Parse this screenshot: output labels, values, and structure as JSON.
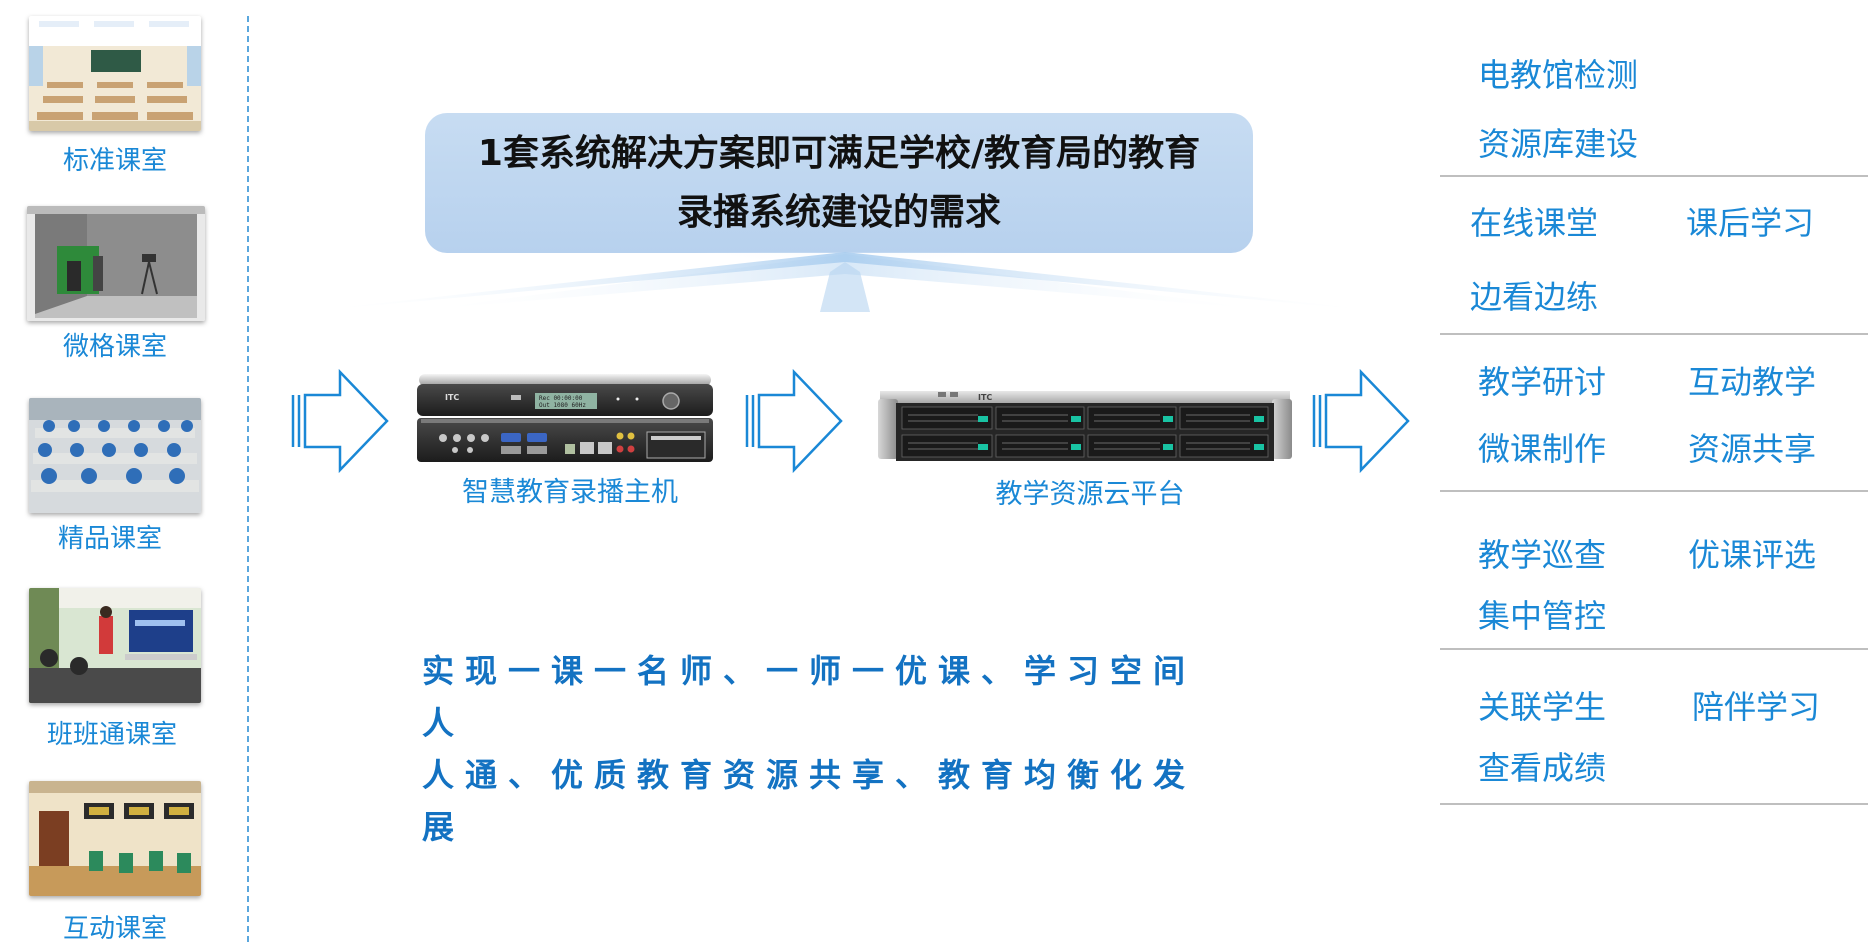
{
  "classrooms": [
    {
      "label": "标准课室"
    },
    {
      "label": "微格课室"
    },
    {
      "label": "精品课室"
    },
    {
      "label": "班班通课室"
    },
    {
      "label": "互动课室"
    }
  ],
  "banner": {
    "line1": "1套系统解决方案即可满足学校/教育局的教育",
    "line2": "录播系统建设的需求"
  },
  "devices": [
    {
      "label": "智慧教育录播主机"
    },
    {
      "label": "教学资源云平台"
    }
  ],
  "device_text": {
    "lcd_line1": "Rec 00:00:00",
    "lcd_line2": "Out 1080 60Hz",
    "logo": "ITC"
  },
  "slogan": {
    "line1": "实现一课一名师、一师一优课、学习空间人",
    "line2": "人通、优质教育资源共享、教育均衡化发展"
  },
  "groups": [
    {
      "items": [
        "电教馆检测",
        "资源库建设"
      ]
    },
    {
      "items": [
        "在线课堂",
        "课后学习",
        "边看边练"
      ]
    },
    {
      "items": [
        "教学研讨",
        "互动教学",
        "微课制作",
        "资源共享"
      ]
    },
    {
      "items": [
        "教学巡查",
        "优课评选",
        "集中管控"
      ]
    },
    {
      "items": [
        "关联学生",
        "陪伴学习",
        "查看成绩"
      ]
    }
  ],
  "colors": {
    "accent": "#1a88d6",
    "banner_bg": "#c2d8f1",
    "slogan": "#1372c2"
  }
}
